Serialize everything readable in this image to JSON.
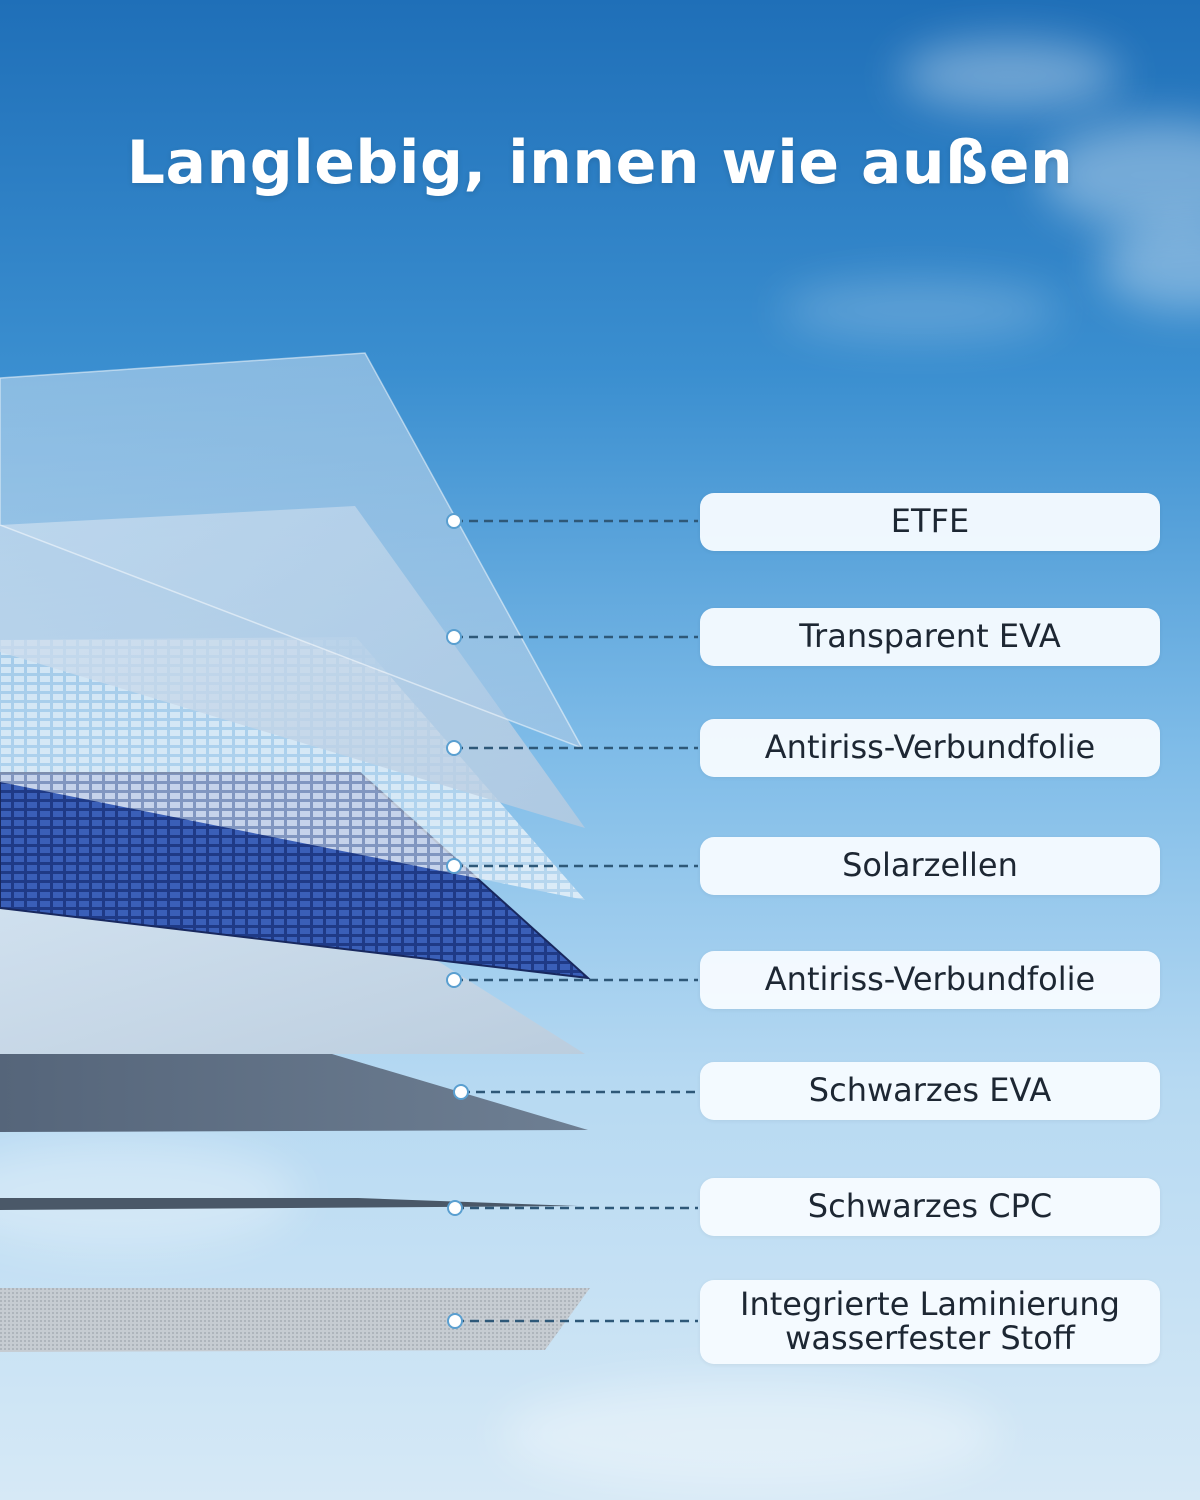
{
  "title": "Langlebig, innen wie außen",
  "layers": [
    {
      "label": "ETFE"
    },
    {
      "label": "Transparent EVA"
    },
    {
      "label": "Antiriss-Verbundfolie"
    },
    {
      "label": "Solarzellen"
    },
    {
      "label": "Antiriss-Verbundfolie"
    },
    {
      "label": "Schwarzes EVA"
    },
    {
      "label": "Schwarzes CPC"
    },
    {
      "label": "Integrierte Laminierung\nwasserfester Stoff"
    }
  ],
  "colors": {
    "sky_top": "#1f6fb8",
    "sky_bottom": "#d6e9f6",
    "connector": "#2e5878",
    "label_bg": "#f6fbff",
    "label_text": "#1d2733",
    "solar_cell": "#1f3a86"
  }
}
